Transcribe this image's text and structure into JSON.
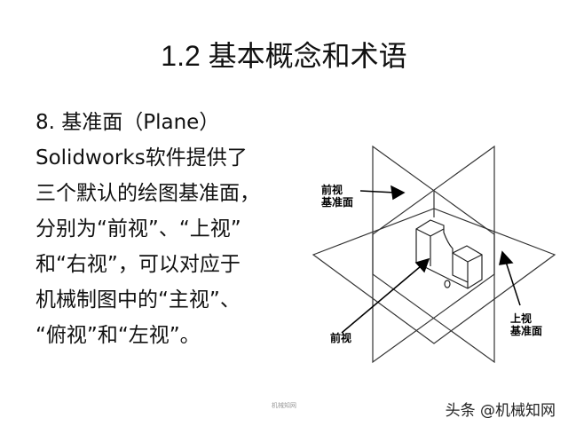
{
  "title": "1.2  基本概念和术语",
  "body_lines": [
    "8. 基准面（Plane）",
    "Solidworks软件提供了",
    "三个默认的绘图基准面，",
    "分别为“前视”、“上视”",
    "和“右视”，可以对应于",
    "机械制图中的“主视”、",
    "“俯视”和“左视”。"
  ],
  "figure": {
    "label_front_plane": [
      "前视",
      "基准面"
    ],
    "label_front": "前视",
    "label_top_plane": [
      "上视",
      "基准面"
    ]
  },
  "footer": "机械知网",
  "watermark": "头条 @机械知网"
}
